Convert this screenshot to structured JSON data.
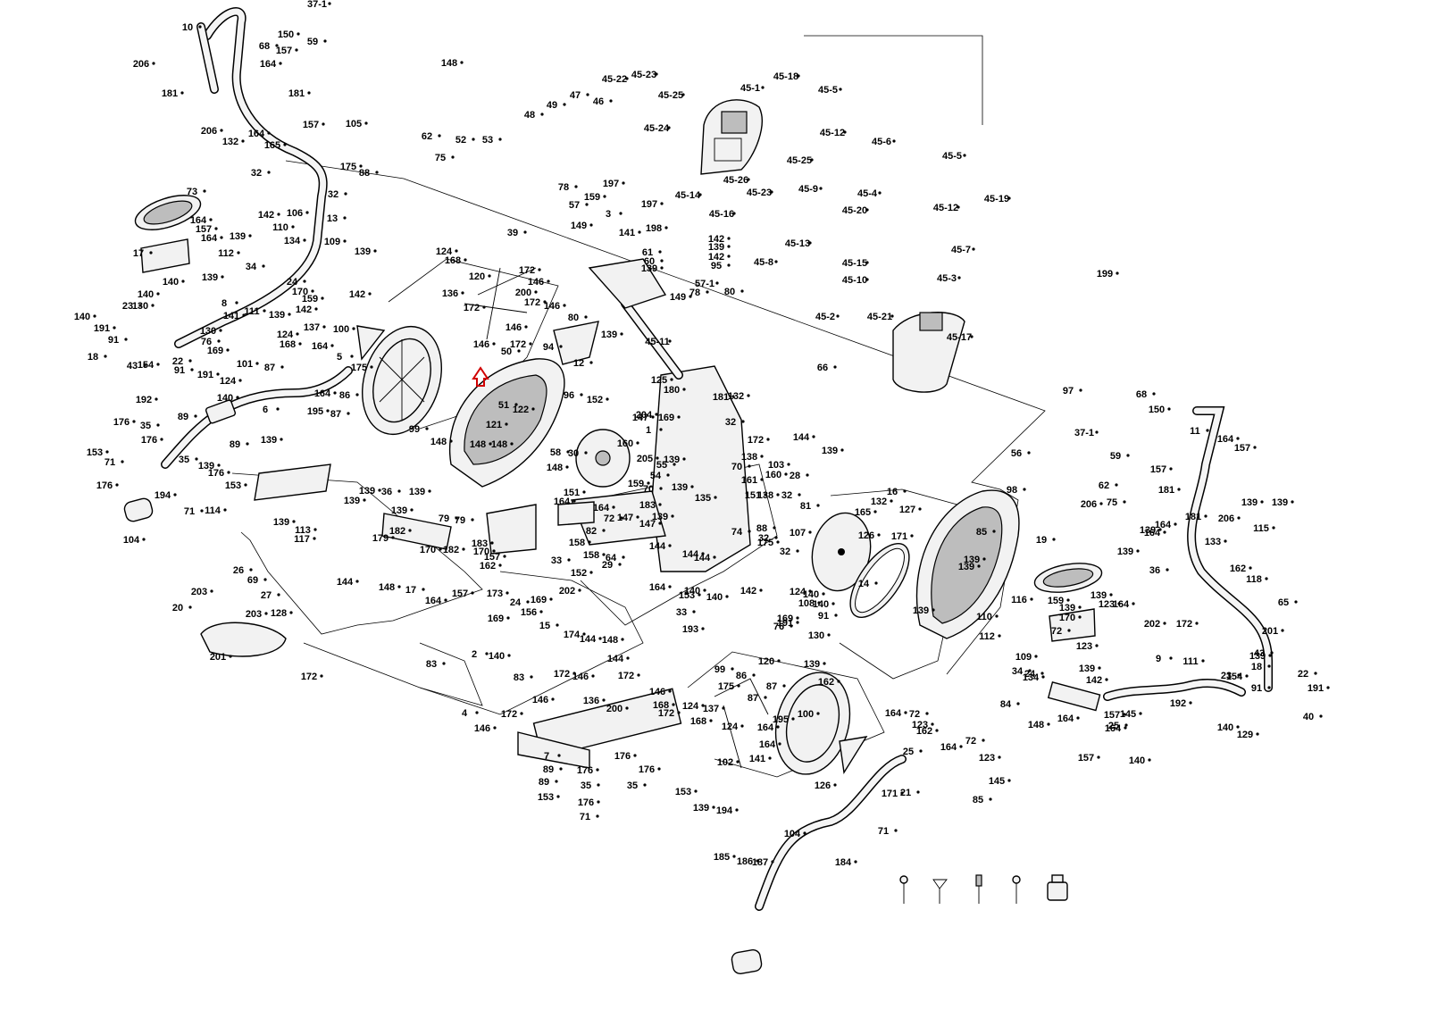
{
  "diagram": {
    "labels": [
      {
        "text": "37-1"
      },
      {
        "text": "10"
      },
      {
        "text": "68"
      },
      {
        "text": "150"
      },
      {
        "text": "157"
      },
      {
        "text": "164"
      },
      {
        "text": "59"
      },
      {
        "text": "206"
      },
      {
        "text": "181"
      },
      {
        "text": "181"
      },
      {
        "text": "157"
      },
      {
        "text": "206"
      },
      {
        "text": "164"
      },
      {
        "text": "105"
      },
      {
        "text": "132"
      },
      {
        "text": "165"
      },
      {
        "text": "32"
      },
      {
        "text": "175"
      },
      {
        "text": "88"
      },
      {
        "text": "32"
      },
      {
        "text": "73"
      },
      {
        "text": "164"
      },
      {
        "text": "157"
      },
      {
        "text": "164"
      },
      {
        "text": "142"
      },
      {
        "text": "106"
      },
      {
        "text": "13"
      },
      {
        "text": "17"
      },
      {
        "text": "139"
      },
      {
        "text": "110"
      },
      {
        "text": "134"
      },
      {
        "text": "109"
      },
      {
        "text": "139"
      },
      {
        "text": "112"
      },
      {
        "text": "34"
      },
      {
        "text": "139"
      },
      {
        "text": "24"
      },
      {
        "text": "170"
      },
      {
        "text": "142"
      },
      {
        "text": "140"
      },
      {
        "text": "140"
      },
      {
        "text": "8"
      },
      {
        "text": "111"
      },
      {
        "text": "139"
      },
      {
        "text": "159"
      },
      {
        "text": "142"
      },
      {
        "text": "140"
      },
      {
        "text": "23"
      },
      {
        "text": "130"
      },
      {
        "text": "141"
      },
      {
        "text": "191"
      },
      {
        "text": "91"
      },
      {
        "text": "130"
      },
      {
        "text": "76"
      },
      {
        "text": "124"
      },
      {
        "text": "168"
      },
      {
        "text": "137"
      },
      {
        "text": "164"
      },
      {
        "text": "100"
      },
      {
        "text": "18"
      },
      {
        "text": "43"
      },
      {
        "text": "154"
      },
      {
        "text": "22"
      },
      {
        "text": "91"
      },
      {
        "text": "169"
      },
      {
        "text": "101"
      },
      {
        "text": "87"
      },
      {
        "text": "5"
      },
      {
        "text": "175"
      },
      {
        "text": "191"
      },
      {
        "text": "124"
      },
      {
        "text": "192"
      },
      {
        "text": "140"
      },
      {
        "text": "164"
      },
      {
        "text": "86"
      },
      {
        "text": "89"
      },
      {
        "text": "6"
      },
      {
        "text": "195"
      },
      {
        "text": "87"
      },
      {
        "text": "99"
      },
      {
        "text": "176"
      },
      {
        "text": "35"
      },
      {
        "text": "153"
      },
      {
        "text": "176"
      },
      {
        "text": "71"
      },
      {
        "text": "89"
      },
      {
        "text": "139"
      },
      {
        "text": "176"
      },
      {
        "text": "35"
      },
      {
        "text": "139"
      },
      {
        "text": "176"
      },
      {
        "text": "153"
      },
      {
        "text": "194"
      },
      {
        "text": "71"
      },
      {
        "text": "114"
      },
      {
        "text": "104"
      },
      {
        "text": "148"
      },
      {
        "text": "52"
      },
      {
        "text": "53"
      },
      {
        "text": "49"
      },
      {
        "text": "48"
      },
      {
        "text": "47"
      },
      {
        "text": "46"
      },
      {
        "text": "62"
      },
      {
        "text": "75"
      },
      {
        "text": "45-22"
      },
      {
        "text": "45-23"
      },
      {
        "text": "45-25"
      },
      {
        "text": "45-1"
      },
      {
        "text": "45-18"
      },
      {
        "text": "45-5"
      },
      {
        "text": "45-12"
      },
      {
        "text": "45-24"
      },
      {
        "text": "45-26"
      },
      {
        "text": "45-14"
      },
      {
        "text": "45-16"
      },
      {
        "text": "45-23"
      },
      {
        "text": "45-25"
      },
      {
        "text": "45-9"
      },
      {
        "text": "45-6"
      },
      {
        "text": "45-4"
      },
      {
        "text": "45-5"
      },
      {
        "text": "45-12"
      },
      {
        "text": "45-19"
      },
      {
        "text": "39"
      },
      {
        "text": "78"
      },
      {
        "text": "57"
      },
      {
        "text": "159"
      },
      {
        "text": "197"
      },
      {
        "text": "3"
      },
      {
        "text": "197"
      },
      {
        "text": "149"
      },
      {
        "text": "198"
      },
      {
        "text": "141"
      },
      {
        "text": "45-20"
      },
      {
        "text": "45-13"
      },
      {
        "text": "45-8"
      },
      {
        "text": "45-15"
      },
      {
        "text": "45-7"
      },
      {
        "text": "45-10"
      },
      {
        "text": "45-3"
      },
      {
        "text": "199"
      },
      {
        "text": "124"
      },
      {
        "text": "168"
      },
      {
        "text": "120"
      },
      {
        "text": "172"
      },
      {
        "text": "136"
      },
      {
        "text": "200"
      },
      {
        "text": "146"
      },
      {
        "text": "172"
      },
      {
        "text": "172"
      },
      {
        "text": "146"
      },
      {
        "text": "146"
      },
      {
        "text": "172"
      },
      {
        "text": "146"
      },
      {
        "text": "50"
      },
      {
        "text": "61"
      },
      {
        "text": "60"
      },
      {
        "text": "139"
      },
      {
        "text": "142"
      },
      {
        "text": "139"
      },
      {
        "text": "142"
      },
      {
        "text": "95"
      },
      {
        "text": "149"
      },
      {
        "text": "78"
      },
      {
        "text": "57-1"
      },
      {
        "text": "80"
      },
      {
        "text": "80"
      },
      {
        "text": "139"
      },
      {
        "text": "94"
      },
      {
        "text": "12"
      },
      {
        "text": "45-11"
      },
      {
        "text": "45-2"
      },
      {
        "text": "45-21"
      },
      {
        "text": "45-17"
      },
      {
        "text": "66"
      },
      {
        "text": "97"
      },
      {
        "text": "96"
      },
      {
        "text": "125"
      },
      {
        "text": "180"
      },
      {
        "text": "181"
      },
      {
        "text": "132"
      },
      {
        "text": "51"
      },
      {
        "text": "122"
      },
      {
        "text": "121"
      },
      {
        "text": "148"
      },
      {
        "text": "148"
      },
      {
        "text": "148"
      },
      {
        "text": "30"
      },
      {
        "text": "152"
      },
      {
        "text": "204"
      },
      {
        "text": "147"
      },
      {
        "text": "169"
      },
      {
        "text": "1"
      },
      {
        "text": "32"
      },
      {
        "text": "172"
      },
      {
        "text": "144"
      },
      {
        "text": "139"
      },
      {
        "text": "58"
      },
      {
        "text": "160"
      },
      {
        "text": "205"
      },
      {
        "text": "54"
      },
      {
        "text": "55"
      },
      {
        "text": "139"
      },
      {
        "text": "138"
      },
      {
        "text": "70"
      },
      {
        "text": "103"
      },
      {
        "text": "28"
      },
      {
        "text": "160"
      },
      {
        "text": "56"
      },
      {
        "text": "148"
      },
      {
        "text": "151"
      },
      {
        "text": "159"
      },
      {
        "text": "70"
      },
      {
        "text": "139"
      },
      {
        "text": "135"
      },
      {
        "text": "161"
      },
      {
        "text": "151"
      },
      {
        "text": "138"
      },
      {
        "text": "32"
      },
      {
        "text": "81"
      },
      {
        "text": "16"
      },
      {
        "text": "127"
      },
      {
        "text": "98"
      },
      {
        "text": "68"
      },
      {
        "text": "150"
      },
      {
        "text": "37-1"
      },
      {
        "text": "11"
      },
      {
        "text": "164"
      },
      {
        "text": "157"
      },
      {
        "text": "59"
      },
      {
        "text": "157"
      },
      {
        "text": "181"
      },
      {
        "text": "62"
      },
      {
        "text": "75"
      },
      {
        "text": "206"
      },
      {
        "text": "164"
      },
      {
        "text": "181"
      },
      {
        "text": "206"
      },
      {
        "text": "139"
      },
      {
        "text": "115"
      },
      {
        "text": "139"
      },
      {
        "text": "139"
      },
      {
        "text": "139"
      },
      {
        "text": "36"
      },
      {
        "text": "139"
      },
      {
        "text": "79"
      },
      {
        "text": "79"
      },
      {
        "text": "139"
      },
      {
        "text": "139"
      },
      {
        "text": "113"
      },
      {
        "text": "117"
      },
      {
        "text": "182"
      },
      {
        "text": "170"
      },
      {
        "text": "179"
      },
      {
        "text": "182"
      },
      {
        "text": "170"
      },
      {
        "text": "183"
      },
      {
        "text": "157"
      },
      {
        "text": "162"
      },
      {
        "text": "33"
      },
      {
        "text": "164"
      },
      {
        "text": "164"
      },
      {
        "text": "72"
      },
      {
        "text": "183"
      },
      {
        "text": "139"
      },
      {
        "text": "147"
      },
      {
        "text": "82"
      },
      {
        "text": "147"
      },
      {
        "text": "158"
      },
      {
        "text": "64"
      },
      {
        "text": "158"
      },
      {
        "text": "29"
      },
      {
        "text": "152"
      },
      {
        "text": "144"
      },
      {
        "text": "144"
      },
      {
        "text": "144"
      },
      {
        "text": "74"
      },
      {
        "text": "88"
      },
      {
        "text": "32"
      },
      {
        "text": "175"
      },
      {
        "text": "107"
      },
      {
        "text": "32"
      },
      {
        "text": "165"
      },
      {
        "text": "132"
      },
      {
        "text": "126"
      },
      {
        "text": "171"
      },
      {
        "text": "85"
      },
      {
        "text": "19"
      },
      {
        "text": "139"
      },
      {
        "text": "139"
      },
      {
        "text": "139"
      },
      {
        "text": "36"
      },
      {
        "text": "164"
      },
      {
        "text": "133"
      },
      {
        "text": "162"
      },
      {
        "text": "118"
      },
      {
        "text": "65"
      },
      {
        "text": "26"
      },
      {
        "text": "69"
      },
      {
        "text": "27"
      },
      {
        "text": "144"
      },
      {
        "text": "148"
      },
      {
        "text": "17"
      },
      {
        "text": "164"
      },
      {
        "text": "157"
      },
      {
        "text": "164"
      },
      {
        "text": "140"
      },
      {
        "text": "140"
      },
      {
        "text": "142"
      },
      {
        "text": "108"
      },
      {
        "text": "14"
      },
      {
        "text": "139"
      },
      {
        "text": "139"
      },
      {
        "text": "116"
      },
      {
        "text": "139"
      },
      {
        "text": "139"
      },
      {
        "text": "123"
      },
      {
        "text": "164"
      },
      {
        "text": "72"
      },
      {
        "text": "123"
      },
      {
        "text": "202"
      },
      {
        "text": "172"
      },
      {
        "text": "201"
      },
      {
        "text": "203"
      },
      {
        "text": "128"
      },
      {
        "text": "20"
      },
      {
        "text": "203"
      },
      {
        "text": "201"
      },
      {
        "text": "172"
      },
      {
        "text": "202"
      },
      {
        "text": "153"
      },
      {
        "text": "33"
      },
      {
        "text": "193"
      },
      {
        "text": "173"
      },
      {
        "text": "24"
      },
      {
        "text": "169"
      },
      {
        "text": "156"
      },
      {
        "text": "169"
      },
      {
        "text": "15"
      },
      {
        "text": "174"
      },
      {
        "text": "144"
      },
      {
        "text": "148"
      },
      {
        "text": "144"
      },
      {
        "text": "124"
      },
      {
        "text": "140"
      },
      {
        "text": "169"
      },
      {
        "text": "140"
      },
      {
        "text": "191"
      },
      {
        "text": "91"
      },
      {
        "text": "76"
      },
      {
        "text": "130"
      },
      {
        "text": "139"
      },
      {
        "text": "112"
      },
      {
        "text": "110"
      },
      {
        "text": "159"
      },
      {
        "text": "170"
      },
      {
        "text": "109"
      },
      {
        "text": "34"
      },
      {
        "text": "24"
      },
      {
        "text": "134"
      },
      {
        "text": "139"
      },
      {
        "text": "142"
      },
      {
        "text": "9"
      },
      {
        "text": "111"
      },
      {
        "text": "139"
      },
      {
        "text": "18"
      },
      {
        "text": "43"
      },
      {
        "text": "154"
      },
      {
        "text": "22"
      },
      {
        "text": "23"
      },
      {
        "text": "91"
      },
      {
        "text": "191"
      },
      {
        "text": "192"
      },
      {
        "text": "140"
      },
      {
        "text": "129"
      },
      {
        "text": "40"
      },
      {
        "text": "84"
      },
      {
        "text": "148"
      },
      {
        "text": "164"
      },
      {
        "text": "157"
      },
      {
        "text": "145"
      },
      {
        "text": "25"
      },
      {
        "text": "164"
      },
      {
        "text": "157"
      },
      {
        "text": "140"
      },
      {
        "text": "83"
      },
      {
        "text": "2"
      },
      {
        "text": "140"
      },
      {
        "text": "83"
      },
      {
        "text": "4"
      },
      {
        "text": "146"
      },
      {
        "text": "172"
      },
      {
        "text": "146"
      },
      {
        "text": "172"
      },
      {
        "text": "146"
      },
      {
        "text": "172"
      },
      {
        "text": "146"
      },
      {
        "text": "172"
      },
      {
        "text": "200"
      },
      {
        "text": "136"
      },
      {
        "text": "168"
      },
      {
        "text": "124"
      },
      {
        "text": "120"
      },
      {
        "text": "99"
      },
      {
        "text": "86"
      },
      {
        "text": "175"
      },
      {
        "text": "87"
      },
      {
        "text": "137"
      },
      {
        "text": "87"
      },
      {
        "text": "168"
      },
      {
        "text": "124"
      },
      {
        "text": "164"
      },
      {
        "text": "102"
      },
      {
        "text": "195"
      },
      {
        "text": "141"
      },
      {
        "text": "164"
      },
      {
        "text": "100"
      },
      {
        "text": "162"
      },
      {
        "text": "164"
      },
      {
        "text": "72"
      },
      {
        "text": "123"
      },
      {
        "text": "162"
      },
      {
        "text": "164"
      },
      {
        "text": "72"
      },
      {
        "text": "123"
      },
      {
        "text": "25"
      },
      {
        "text": "145"
      },
      {
        "text": "21"
      },
      {
        "text": "85"
      },
      {
        "text": "171"
      },
      {
        "text": "126"
      },
      {
        "text": "7"
      },
      {
        "text": "89"
      },
      {
        "text": "89"
      },
      {
        "text": "153"
      },
      {
        "text": "176"
      },
      {
        "text": "35"
      },
      {
        "text": "176"
      },
      {
        "text": "71"
      },
      {
        "text": "176"
      },
      {
        "text": "35"
      },
      {
        "text": "176"
      },
      {
        "text": "153"
      },
      {
        "text": "139"
      },
      {
        "text": "194"
      },
      {
        "text": "71"
      },
      {
        "text": "104"
      },
      {
        "text": "184"
      },
      {
        "text": "185"
      },
      {
        "text": "186"
      },
      {
        "text": "187"
      }
    ]
  }
}
